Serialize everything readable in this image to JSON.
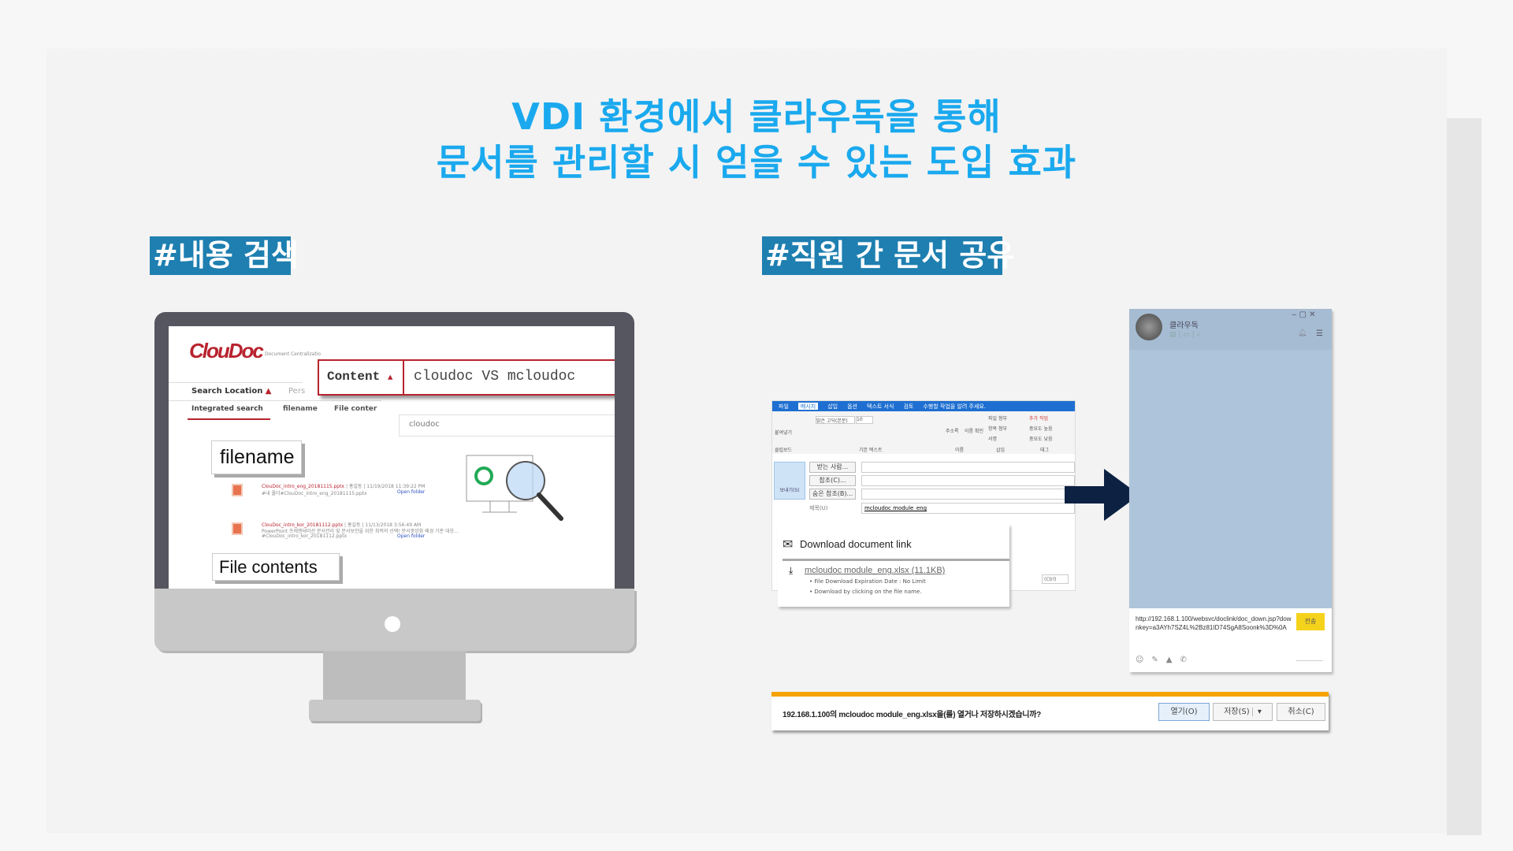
{
  "title": {
    "line1": "VDI 환경에서 클라우독을 통해",
    "line2": "문서를 관리할 시 얻을 수 있는 도입 효과"
  },
  "tags": {
    "left": "#내용 검색",
    "right": "#직원 간 문서 공유"
  },
  "colors": {
    "title": "#1aa9ee",
    "tag_bg": "#1e7fb0",
    "accent_red": "#b8232f",
    "outlook_blue": "#1e6fd1",
    "chat_blue": "#aec4da",
    "send_yellow": "#f5d31c",
    "bar_orange": "#f5a300"
  },
  "cloudoc": {
    "logo": "ClouDoc",
    "logo_sub": "Document Centralizatio",
    "search_type": "Content",
    "search_query": "cloudoc VS mcloudoc",
    "search_location": "Search Location",
    "pers": "Pers",
    "tabs": [
      "Integrated search",
      "filename",
      "File conter"
    ],
    "suggestion": "cloudoc",
    "label_filename": "filename",
    "label_contents": "File contents",
    "results": [
      {
        "name": "ClouDoc_intro_eng_20181115.pptx",
        "owner": "홍길동",
        "date": "11/19/2018 11:39:22 PM",
        "path": "#내 폴더#ClouDoc_intro_eng_20181115.pptx",
        "snippet": "",
        "open": "Open folder"
      },
      {
        "name": "ClouDoc_intro_kor_20181112.pptx",
        "owner": "홍길동",
        "date": "11/13/2018 3:56:49 AM",
        "snippet": "PowerPoint 프레젠테이션 문서관리 및 문서보안을 위한 최적의 선택! 문서중앙화 배경 기준 대응...",
        "path": "#ClouDoc_intro_kor_20181112.pptx",
        "open": "Open folder"
      }
    ]
  },
  "outlook": {
    "tabs": [
      "파일",
      "메시지",
      "삽입",
      "옵션",
      "텍스트 서식",
      "검토",
      "수행할 작업을 알려 주세요."
    ],
    "font": "맑은 고딕(본문)",
    "size": "10",
    "groups": [
      "클립보드",
      "기본 텍스트",
      "이름",
      "삽입",
      "태그"
    ],
    "ribbon_items": [
      "붙여넣기",
      "주소록",
      "이름 확인",
      "파일 첨부",
      "항목 첨부",
      "서명",
      "추가 작업",
      "중요도 높음",
      "중요도 낮음"
    ],
    "send": "보내기(S)",
    "to": "받는 사람...",
    "cc": "참조(C)...",
    "bcc": "숨은 참조(B)...",
    "subject_label": "제목(U)",
    "subject": "mcloudoc module_eng",
    "paste_ctrl": "(Ctrl)"
  },
  "link_card": {
    "heading": "Download document link",
    "file": "mcloudoc module_eng.xlsx (11.1KB)",
    "line1": "File Download Expiration Date : No Limit",
    "line2": "Download by clicking on the file name."
  },
  "chat": {
    "name": "클라우독",
    "message": "http://192.168.1.100/websvc/doclink/doc_down.jsp?downkey=a3AYh7SZ4L%2Bz81ID74SgA8Soonk%3D%0A",
    "send": "전송"
  },
  "download_bar": {
    "message": "192.168.1.100의 mcloudoc module_eng.xlsx을(를) 열거나 저장하시겠습니까?",
    "open": "열기(O)",
    "save": "저장(S)",
    "cancel": "취소(C)"
  }
}
